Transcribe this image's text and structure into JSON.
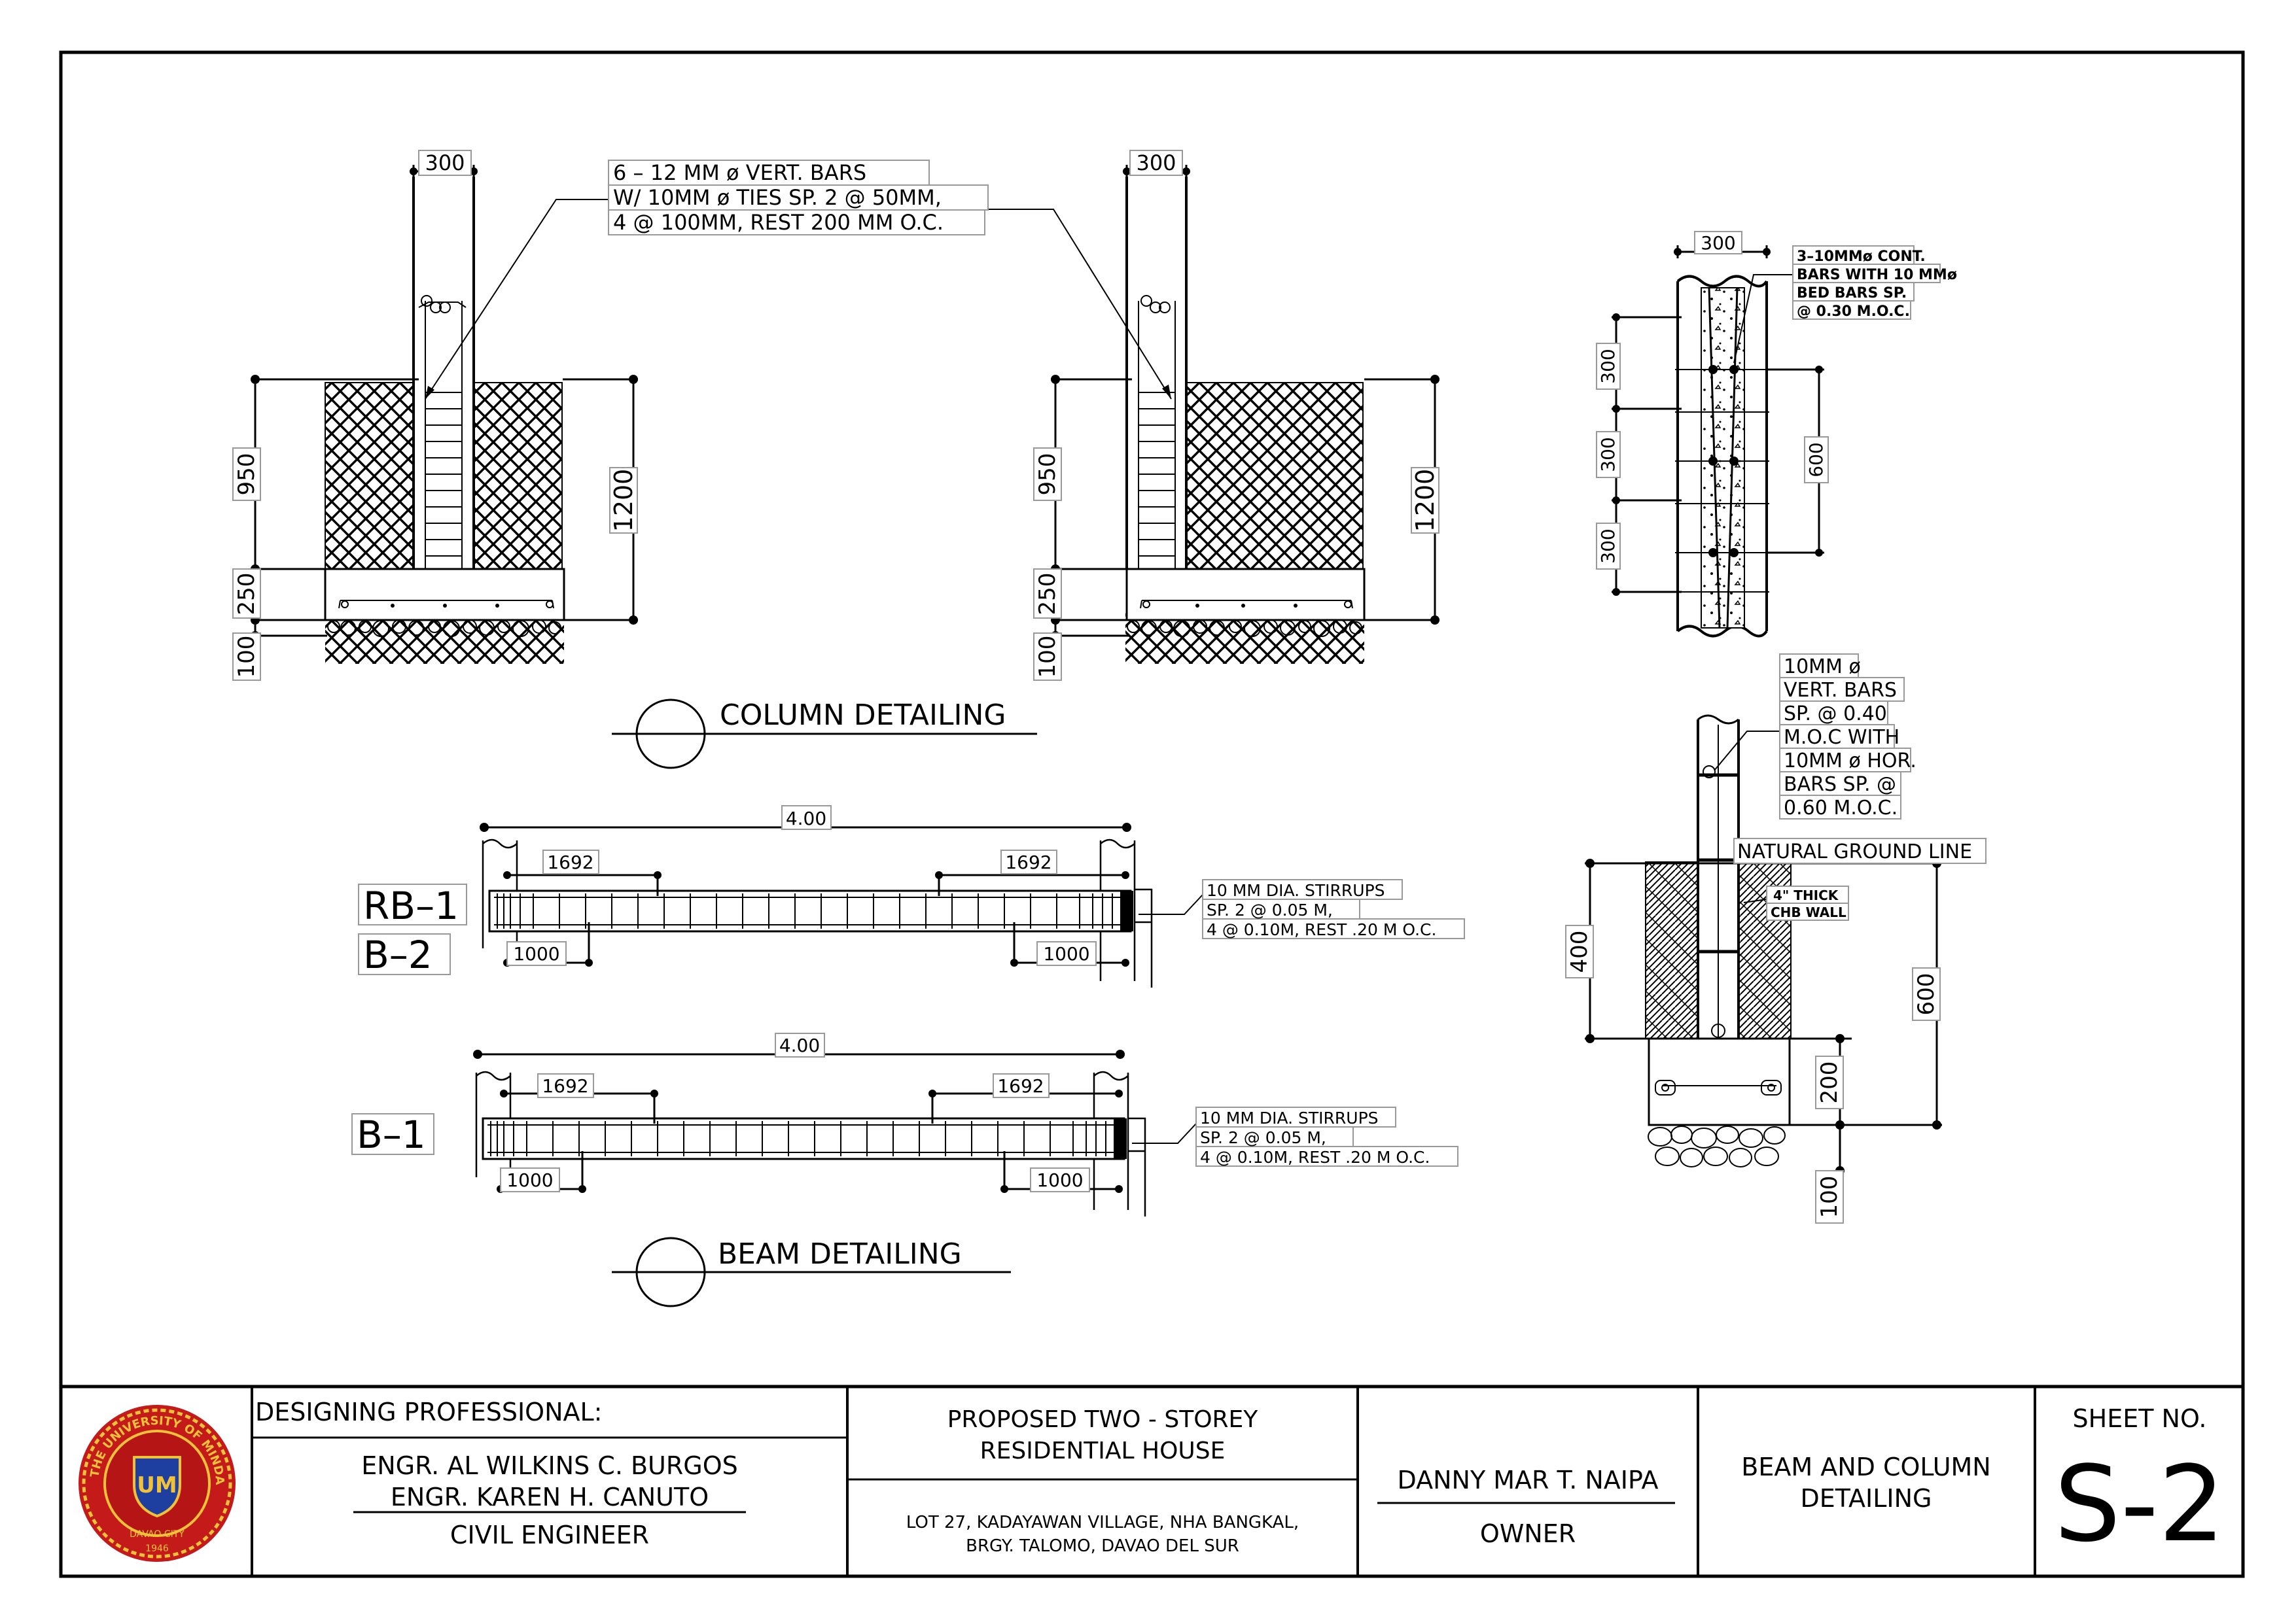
{
  "title": "COLUMN DETAILING",
  "column_detail": {
    "top_dim": "300",
    "callout": [
      "6 – 12 MM ø VERT. BARS",
      "W/ 10MM ø TIES SP. 2 @ 50MM,",
      "4 @ 100MM, REST 200 MM O.C."
    ],
    "dims": {
      "embed": "950",
      "total": "1200",
      "footing": "250",
      "gravel": "100"
    }
  },
  "wall_section": {
    "top_dim": "300",
    "note": [
      "3–10MMø CONT.",
      "BARS WITH 10 MMø",
      "BED BARS SP.",
      "@ 0.30 M.O.C."
    ],
    "spacing": [
      "300",
      "300",
      "300"
    ],
    "height": "600"
  },
  "wall_footing": {
    "note": [
      "10MM ø",
      "VERT. BARS",
      "SP. @ 0.40",
      "M.O.C WITH",
      "10MM ø HOR.",
      "BARS SP. @",
      "0.60 M.O.C."
    ],
    "ground_line": "NATURAL GROUND LINE",
    "chb_note": [
      "4\" THICK",
      "CHB WALL"
    ],
    "dims": {
      "depth": "400",
      "height": "600",
      "footing": "200",
      "gravel": "100"
    }
  },
  "beam_detail": {
    "title": "BEAM DETAILING",
    "beams": [
      {
        "labels": [
          "RB–1",
          "B–2"
        ],
        "span": "4.00",
        "top_bar": "1692",
        "bottom_bar": "1000",
        "stirrups": [
          "10 MM DIA. STIRRUPS",
          "SP. 2 @ 0.05 M,",
          "4 @ 0.10M, REST .20 M O.C."
        ]
      },
      {
        "labels": [
          "B–1"
        ],
        "span": "4.00",
        "top_bar": "1692",
        "bottom_bar": "1000",
        "stirrups": [
          "10 MM DIA. STIRRUPS",
          "SP. 2 @ 0.05 M,",
          "4 @ 0.10M, REST .20 M O.C."
        ]
      }
    ]
  },
  "title_block": {
    "logo_text": [
      "THE UNIVERSITY OF MINDANAO",
      "DAVAO CITY",
      "1946"
    ],
    "designing_label": "DESIGNING PROFESSIONAL:",
    "engineers": [
      "ENGR. AL WILKINS C. BURGOS",
      "ENGR. KAREN H. CANUTO"
    ],
    "engineer_role": "CIVIL ENGINEER",
    "project": [
      "PROPOSED TWO - STOREY",
      "RESIDENTIAL HOUSE"
    ],
    "address": [
      "LOT 27, KADAYAWAN VILLAGE, NHA BANGKAL,",
      "BRGY. TALOMO, DAVAO DEL SUR"
    ],
    "owner_name": "DANNY MAR T. NAIPA",
    "owner_label": "OWNER",
    "sheet_title": [
      "BEAM AND COLUMN",
      "DETAILING"
    ],
    "sheet_label": "SHEET NO.",
    "sheet_no": "S-2"
  }
}
